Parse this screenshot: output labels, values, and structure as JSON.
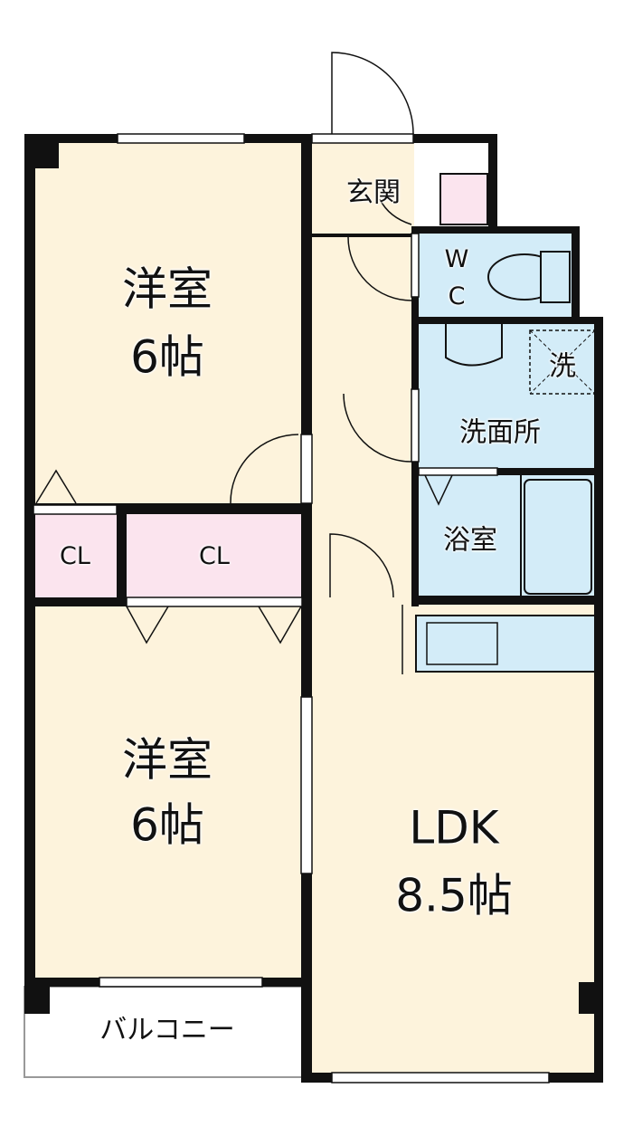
{
  "colors": {
    "floor": "#fdf3dc",
    "wet": "#d3ecf8",
    "storage": "#fbe4ee",
    "wall": "#111111"
  },
  "rooms": {
    "bedroom1": {
      "name": "洋室",
      "size": "6帖"
    },
    "bedroom2": {
      "name": "洋室",
      "size": "6帖"
    },
    "ldk": {
      "name": "LDK",
      "size": "8.5帖"
    },
    "entrance": "玄関",
    "wc_w": "W",
    "wc_c": "C",
    "washroom": "洗面所",
    "washer": "洗",
    "bath": "浴室",
    "closet1": "CL",
    "closet2": "CL",
    "balcony": "バルコニー"
  }
}
